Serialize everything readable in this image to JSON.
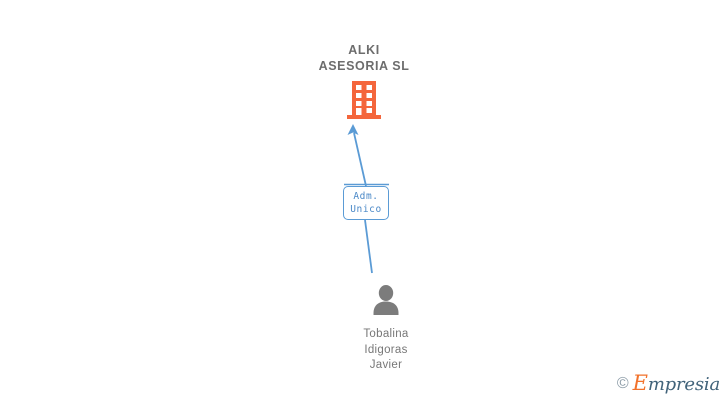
{
  "diagram": {
    "type": "organization-chart",
    "background_color": "#ffffff",
    "company": {
      "name": "ALKI\nASESORIA SL",
      "name_lines": [
        "ALKI",
        "ASESORIA SL"
      ],
      "icon": "building-icon",
      "icon_color": "#f4663c",
      "text_color": "#6d6d6d"
    },
    "role": {
      "label": "Adm.\nUnico",
      "label_lines": [
        "Adm.",
        "Unico"
      ],
      "border_color": "#5b9bd5",
      "text_color": "#4a88c7"
    },
    "person": {
      "name": "Tobalina\nIdigoras\nJavier",
      "name_lines": [
        "Tobalina",
        "Idigoras",
        "Javier"
      ],
      "icon": "person-icon",
      "icon_color": "#7c7c7c",
      "text_color": "#777777"
    },
    "connectors": {
      "color": "#5b9bd5",
      "arrow": "arrow-up"
    }
  },
  "watermark": {
    "copyright": "©",
    "brand_initial": "E",
    "brand_rest": "mpresia",
    "brand": "Empresia",
    "accent_color": "#f2722b",
    "text_color": "#41637a"
  }
}
